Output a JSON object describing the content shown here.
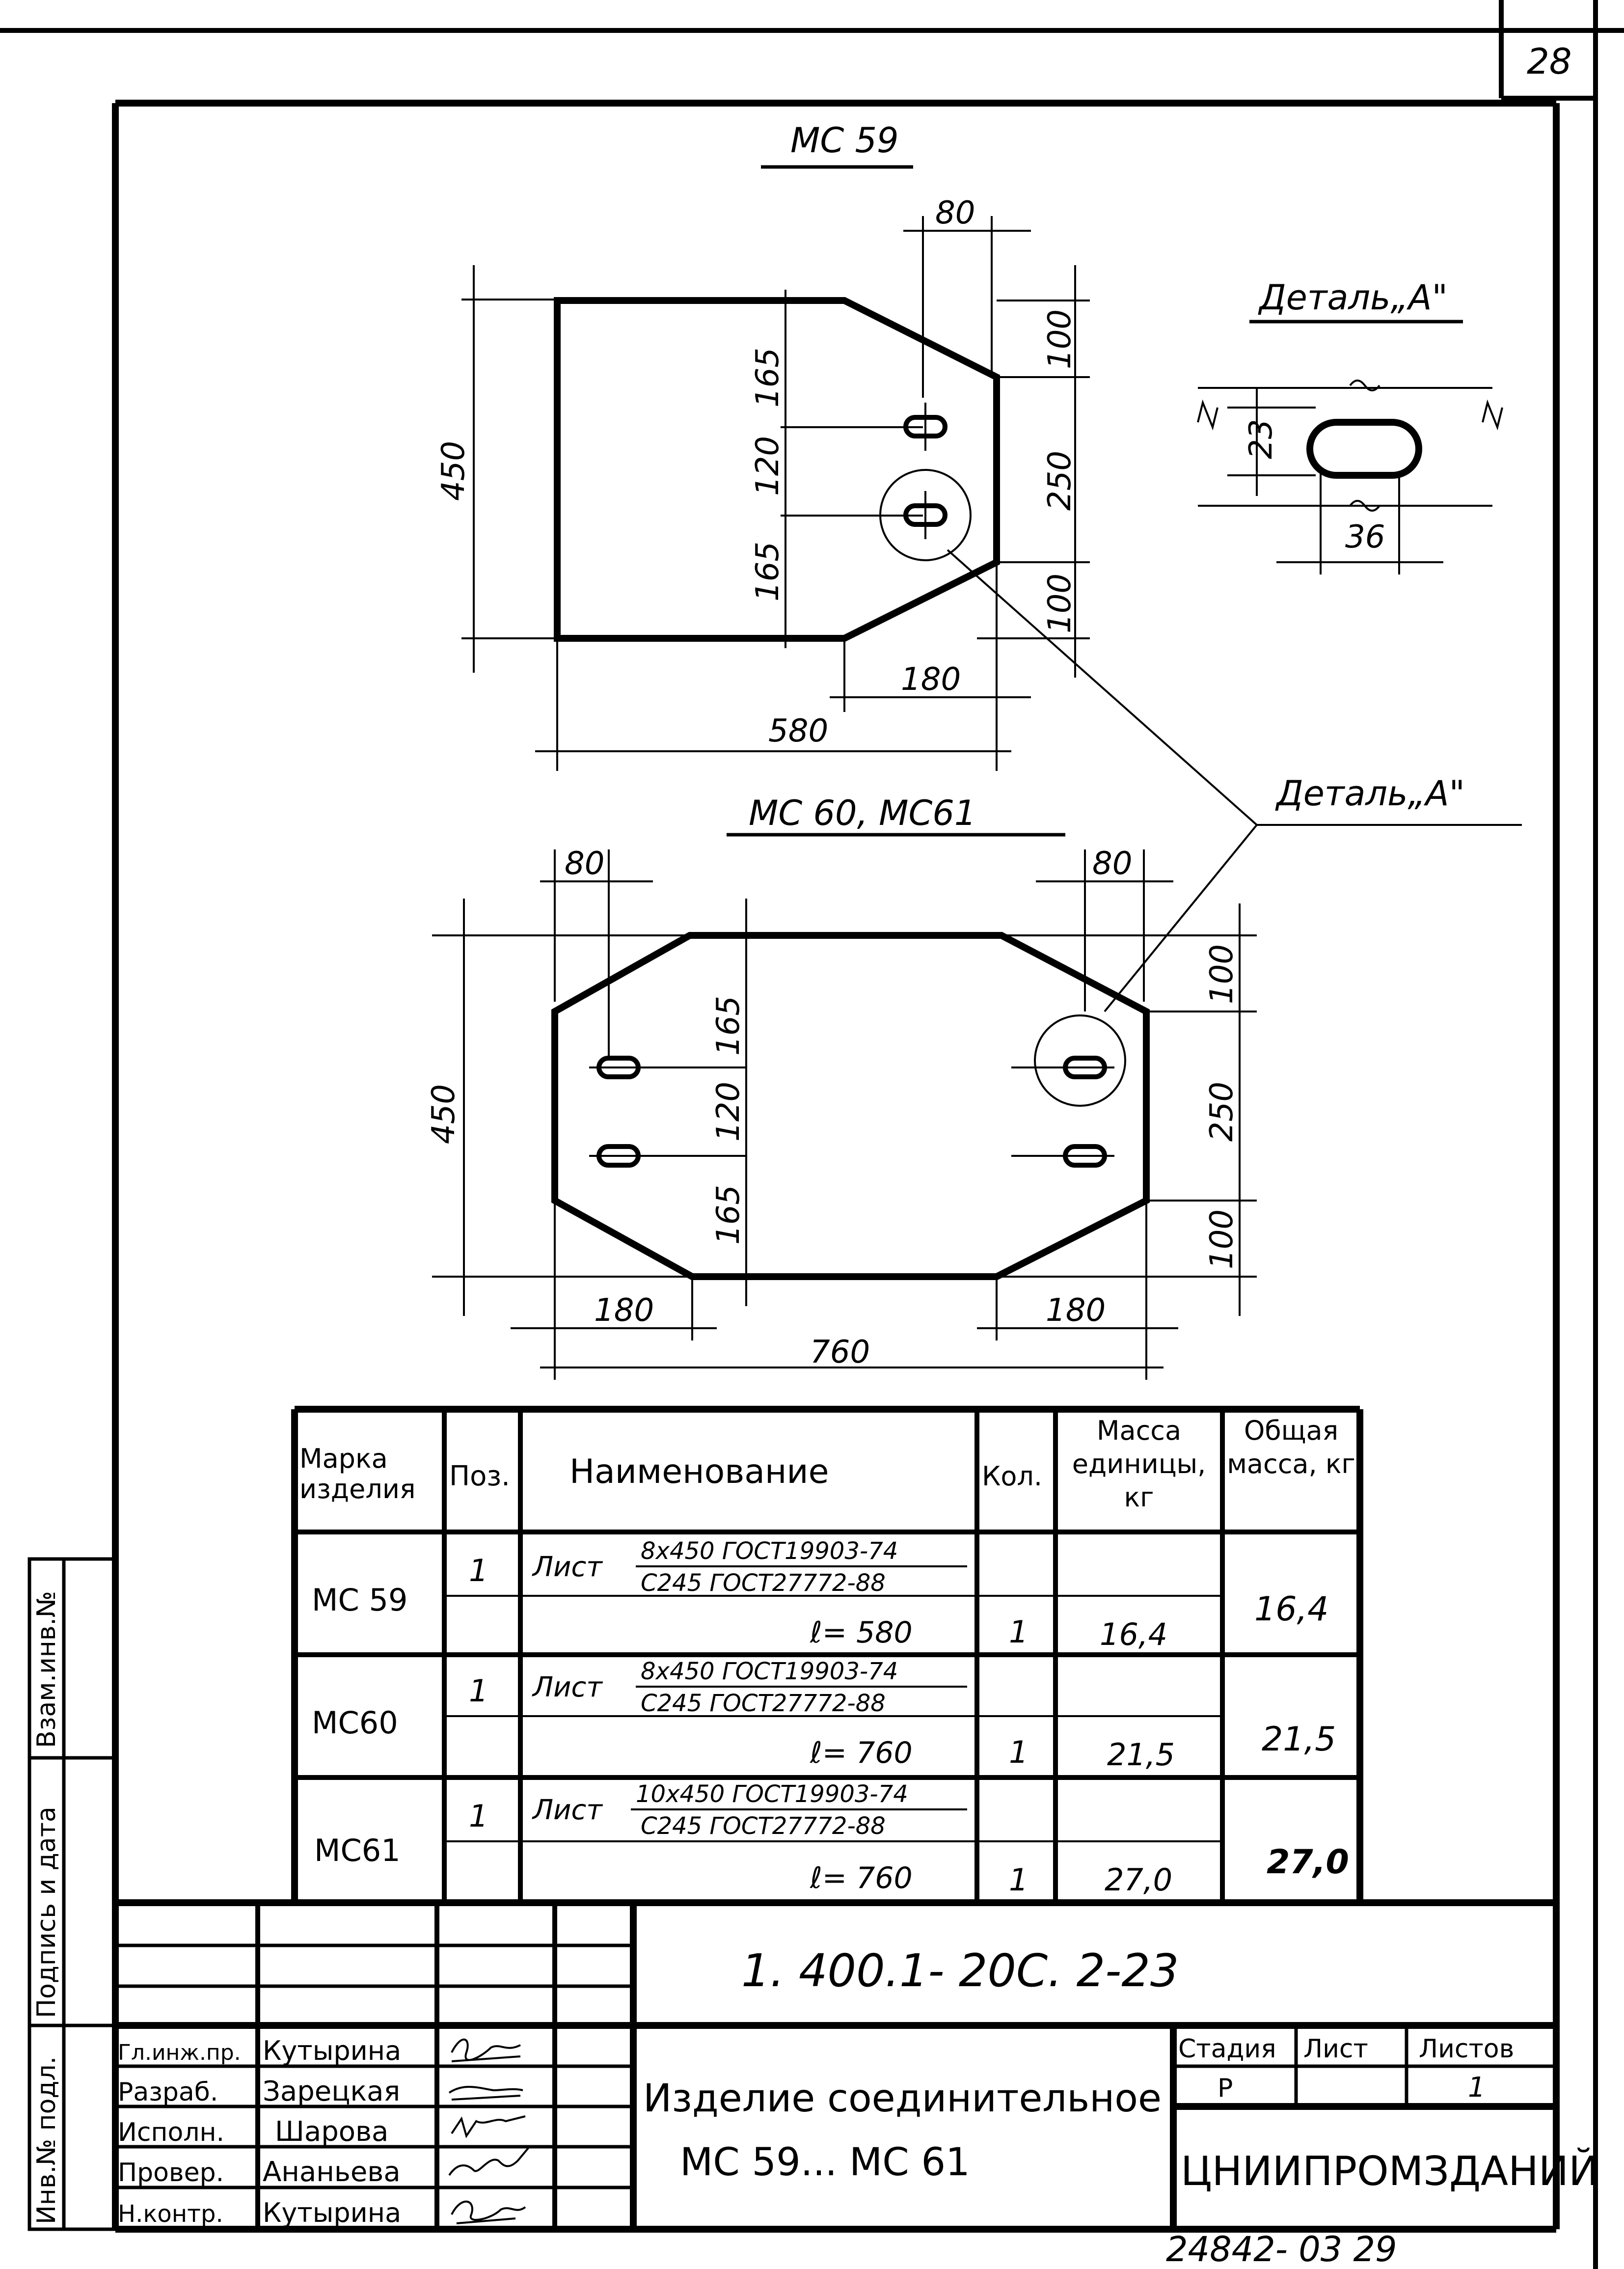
{
  "sheet": {
    "corner_number": "28",
    "archive_number": "24842- 03   29"
  },
  "side_stamp": {
    "inv_replace": "Взам.инв.№",
    "sign_date": "Подпись и дата",
    "inv_orig": "Инв.№ подл."
  },
  "drawing_mc59": {
    "title": "МС 59",
    "dims": {
      "top_80": "80",
      "top_100": "100",
      "top_165": "165",
      "mid_120": "120",
      "bot_165": "165",
      "right_250": "250",
      "bot_100": "100",
      "bot_180": "180",
      "width_580": "580",
      "height_450": "450"
    }
  },
  "detail": {
    "title": "Деталь„А\"",
    "callout": "Деталь„А\"",
    "dim_23": "23",
    "dim_36": "36"
  },
  "drawing_mc60": {
    "title": "МС 60, МС61",
    "dims": {
      "left_80": "80",
      "right_80": "80",
      "top_165": "165",
      "mid_120": "120",
      "bot_165": "165",
      "height_450": "450",
      "top_100": "100",
      "right_250": "250",
      "bot_100": "100",
      "left_180": "180",
      "right_180": "180",
      "width_760": "760"
    }
  },
  "spec_table": {
    "headers": {
      "mark": "Марка изделия",
      "pos": "Поз.",
      "name": "Наименование",
      "qty": "Кол.",
      "unit_mass": "Масса единицы, кг",
      "total_mass": "Общая масса, кг"
    },
    "rows": [
      {
        "mark": "МС 59",
        "pos": "1",
        "word": "Лист",
        "num": "8х450 ГОСТ19903-74",
        "den": "С245 ГОСТ27772-88",
        "length": "ℓ= 580",
        "qty": "1",
        "unit_mass": "16,4",
        "total_mass": "16,4"
      },
      {
        "mark": "МС60",
        "pos": "1",
        "word": "Лист",
        "num": "8х450 ГОСТ19903-74",
        "den": "С245 ГОСТ27772-88",
        "length": "ℓ= 760",
        "qty": "1",
        "unit_mass": "21,5",
        "total_mass": "21,5"
      },
      {
        "mark": "МС61",
        "pos": "1",
        "word": "Лист",
        "num": "10х450 ГОСТ19903-74",
        "den": "С245 ГОСТ27772-88",
        "length": "ℓ= 760",
        "qty": "1",
        "unit_mass": "27,0",
        "total_mass": "27,0"
      }
    ]
  },
  "title_block": {
    "doc_code": "1. 400.1- 20С. 2-23",
    "name_line1": "Изделие соединительное",
    "name_line2": "МС 59...   МС 61",
    "org": "ЦНИИПРОМЗДАНИЙ",
    "stage_h": "Стадия",
    "sheet_h": "Лист",
    "sheets_h": "Листов",
    "stage": "Р",
    "sheet": "",
    "sheets": "1",
    "people": [
      {
        "role": "Гл.инж.пр.",
        "name": "Кутырина"
      },
      {
        "role": "Разраб.",
        "name": "Зарецкая"
      },
      {
        "role": "Исполн.",
        "name": "Шарова"
      },
      {
        "role": "Провер.",
        "name": "Ананьева"
      },
      {
        "role": "Н.контр.",
        "name": "Кутырина"
      }
    ]
  }
}
